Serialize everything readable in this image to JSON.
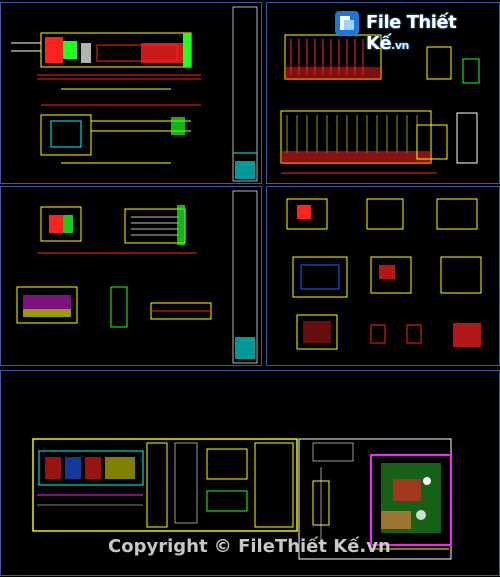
{
  "watermark": {
    "logo_text": "File Thiết Kế",
    "logo_domain": ".vn",
    "copyright": "Copyright © FileThiết Kế.vn"
  },
  "colors": {
    "background": "#000000",
    "frame": "#3b5aa6",
    "red": "#ff2020",
    "yellow": "#ffff00",
    "green": "#20ff20",
    "cyan": "#00ffff",
    "magenta": "#ff20ff",
    "white": "#ffffff",
    "blue": "#2060ff"
  },
  "sheets": [
    {
      "name": "sheet-top-left",
      "drawings": 2
    },
    {
      "name": "sheet-top-right",
      "drawings": 4
    },
    {
      "name": "sheet-middle-left",
      "drawings": 5
    },
    {
      "name": "sheet-middle-right",
      "drawings": 9
    },
    {
      "name": "sheet-bottom",
      "drawings": 6
    }
  ]
}
